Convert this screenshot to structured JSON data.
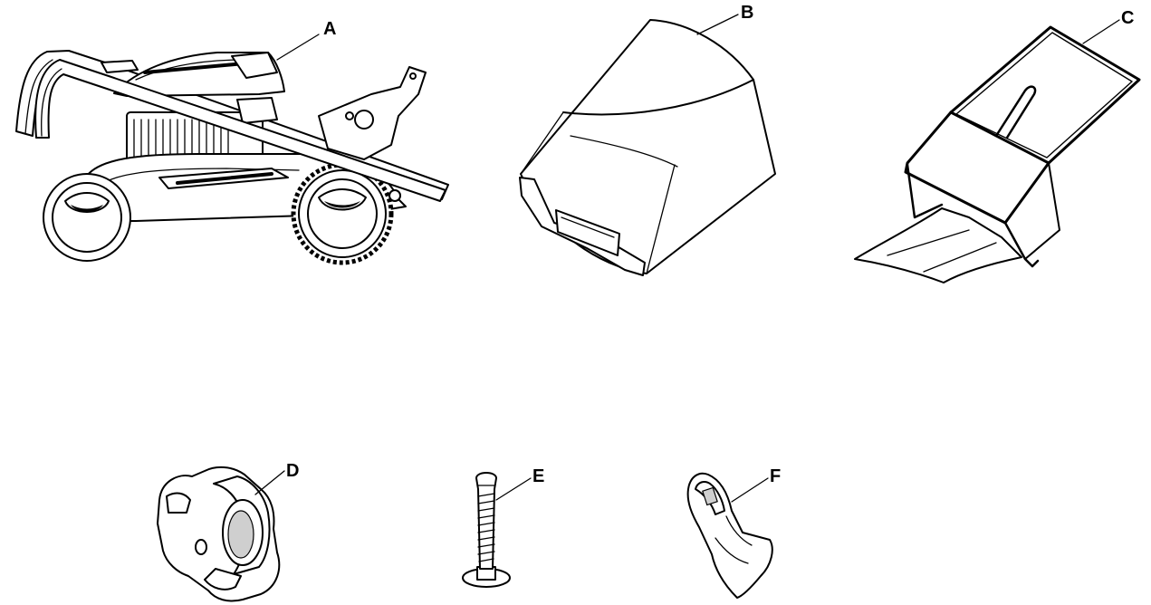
{
  "parts": [
    {
      "label": "A",
      "icon": "lawn-mower"
    },
    {
      "label": "B",
      "icon": "grass-bag"
    },
    {
      "label": "C",
      "icon": "grass-bag-frame"
    },
    {
      "label": "D",
      "icon": "knob"
    },
    {
      "label": "E",
      "icon": "bolt"
    },
    {
      "label": "F",
      "icon": "clip"
    }
  ]
}
